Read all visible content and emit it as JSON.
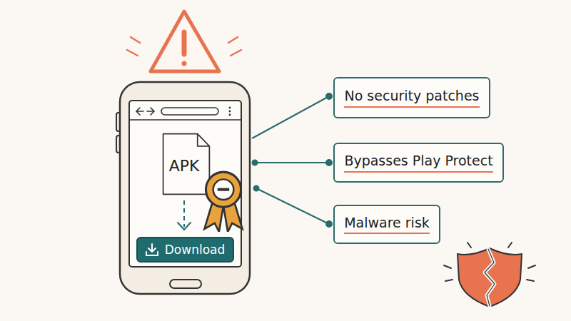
{
  "diagram": {
    "nodes": [
      {
        "text": [
          "APK"
        ]
      },
      {
        "text": [
          "Download"
        ]
      },
      {
        "text": [
          "No security patches"
        ]
      },
      {
        "text": [
          "Bypasses Play Protect"
        ]
      },
      {
        "text": [
          "Malware risk"
        ]
      }
    ]
  }
}
